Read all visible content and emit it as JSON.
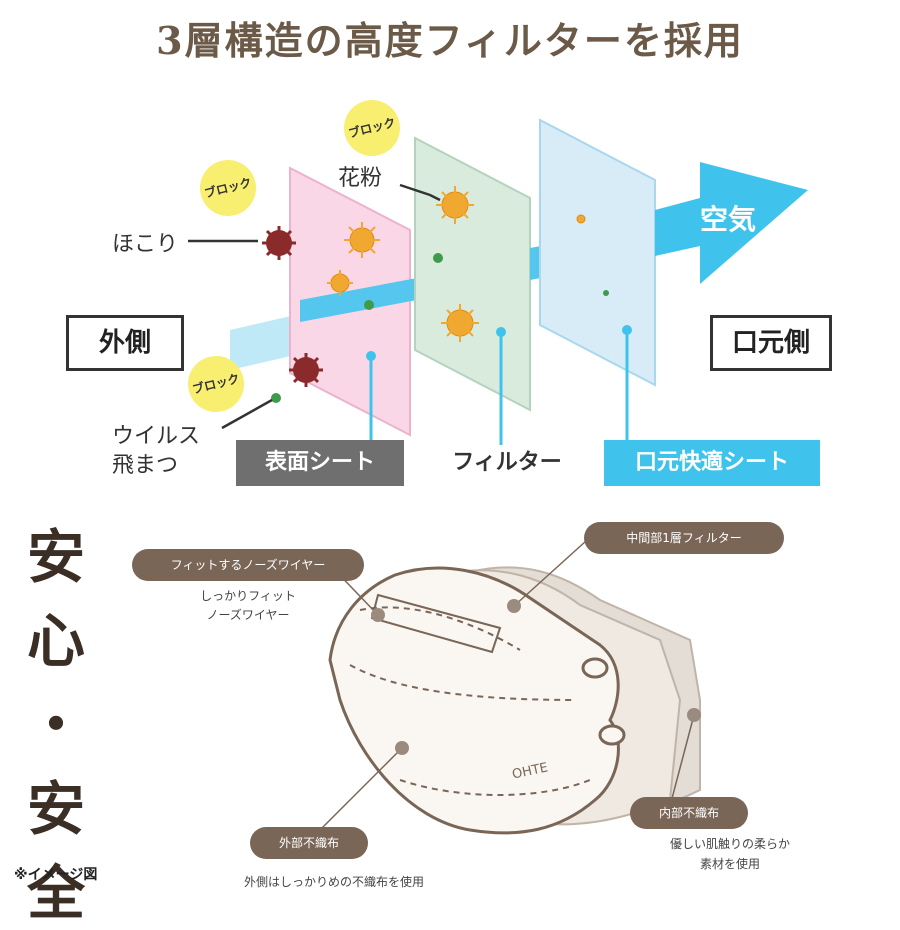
{
  "title": "3層構造の高度フィルターを採用",
  "diagram": {
    "outer_label": "外側",
    "mouth_label": "口元側",
    "air_label": "空気",
    "block_badge": "ブロック",
    "particles": {
      "dust": "ほこり",
      "pollen": "花粉",
      "virus_line1": "ウイルス",
      "virus_line2": "飛まつ"
    },
    "sheets": {
      "surface": "表面シート",
      "filter": "フィルター",
      "mouth": "口元快適シート"
    },
    "colors": {
      "surface_sheet": "#f9d7e6",
      "filter_sheet": "#d9ebdd",
      "mouth_sheet": "#d8ecf7",
      "air_arrow": "#3fc3ec",
      "pollen": "#f0a830",
      "virus": "#8b2a2a"
    }
  },
  "safety": {
    "side_chars": [
      "安",
      "心",
      "・",
      "安",
      "全"
    ],
    "callouts": {
      "nose_wire": "フィットするノーズワイヤー",
      "nose_wire_note_1": "しっかりフィット",
      "nose_wire_note_2": "ノーズワイヤー",
      "middle_filter": "中間部1層フィルター",
      "outer_fabric": "外部不織布",
      "outer_fabric_note": "外側はしっかりめの不織布を使用",
      "inner_fabric": "内部不織布",
      "inner_fabric_note_1": "優しい肌触りの柔らか",
      "inner_fabric_note_2": "素材を使用"
    },
    "mask_print": "OHTE",
    "image_note": "※イメージ図",
    "colors": {
      "pill": "#7a6657",
      "mask_outline": "#7a6657",
      "mask_fill": "#faf7f2"
    }
  }
}
